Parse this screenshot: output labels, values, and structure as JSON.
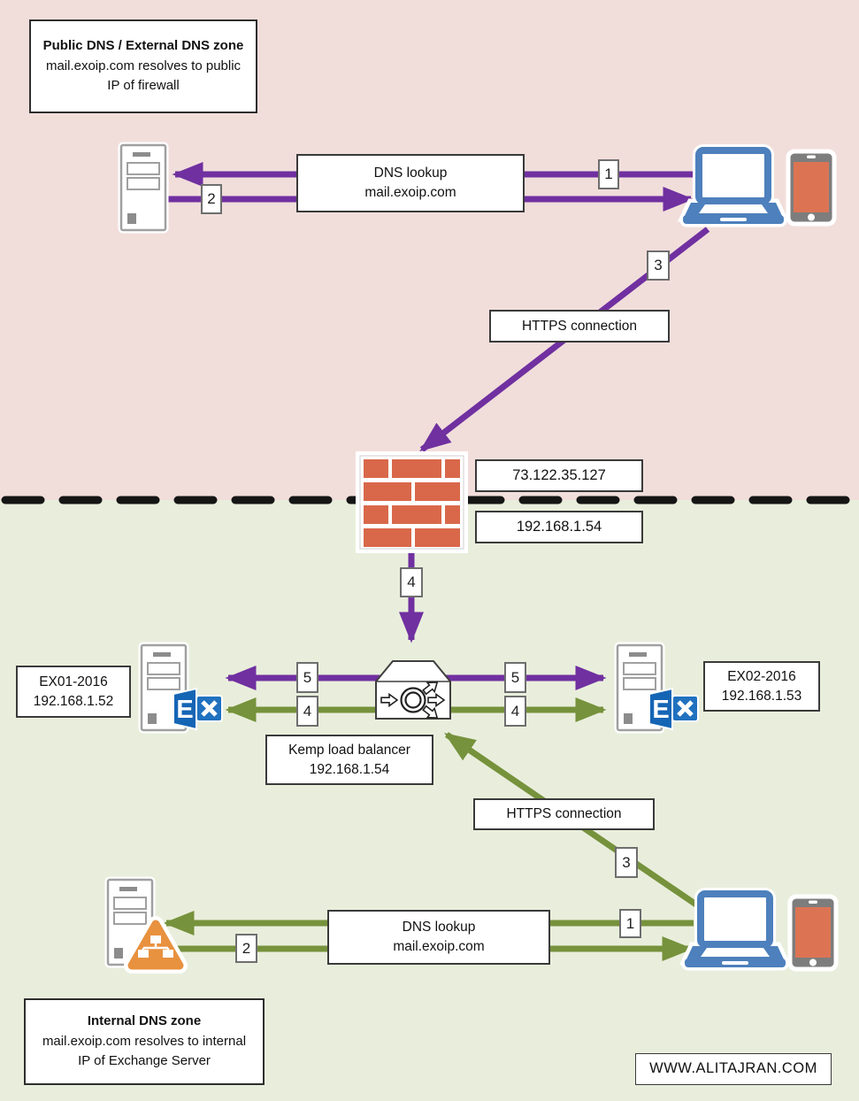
{
  "zones": {
    "external": {
      "note_title": "Public DNS / External DNS zone",
      "note_body": "mail.exoip.com resolves to public IP of firewall"
    },
    "internal": {
      "note_title": "Internal DNS zone",
      "note_body": "mail.exoip.com resolves to internal IP of Exchange Server"
    }
  },
  "labels": {
    "dns_lookup_top_line1": "DNS lookup",
    "dns_lookup_top_line2": "mail.exoip.com",
    "https_top": "HTTPS connection",
    "firewall_public_ip": "73.122.35.127",
    "firewall_private_ip": "192.168.1.54",
    "ex01_name": "EX01-2016",
    "ex01_ip": "192.168.1.52",
    "ex02_name": "EX02-2016",
    "ex02_ip": "192.168.1.53",
    "kemp_line1": "Kemp load balancer",
    "kemp_line2": "192.168.1.54",
    "https_bottom": "HTTPS connection",
    "dns_lookup_bottom_line1": "DNS lookup",
    "dns_lookup_bottom_line2": "mail.exoip.com"
  },
  "steps": {
    "ext_dns_request": "1",
    "ext_dns_response": "2",
    "ext_https": "3",
    "firewall_to_lb": "4",
    "lb_to_ex01_purple": "5",
    "lb_to_ex02_purple": "5",
    "lb_to_ex01_green": "4",
    "lb_to_ex02_green": "4",
    "int_https": "3",
    "int_dns_request": "1",
    "int_dns_response": "2"
  },
  "watermark": {
    "text": "WWW.ALITAJRAN.COM"
  },
  "icons": {
    "server_icon": "tower-server outline",
    "laptop_icon": "blue laptop",
    "tablet_icon": "gray tablet with orange screen",
    "firewall_icon": "orange brick wall",
    "load_balancer_icon": "box with circle fanning arrows",
    "exchange_logo_icon": "Microsoft Exchange E + X logo",
    "dns_triangle_icon": "orange triangle with hierarchy tree"
  },
  "colors": {
    "purple": "#7030a0",
    "olive": "#76923c",
    "zone_external_bg": "#f1dedb",
    "zone_internal_bg": "#e9eedc",
    "brick": "#d9684a",
    "device_blue": "#4d80bc",
    "tablet_gray": "#7d7d7d",
    "screen_orange": "#dc7454",
    "dns_orange": "#e8913f",
    "exch_dark": "#1565b5",
    "exch_light": "#2071bf"
  }
}
